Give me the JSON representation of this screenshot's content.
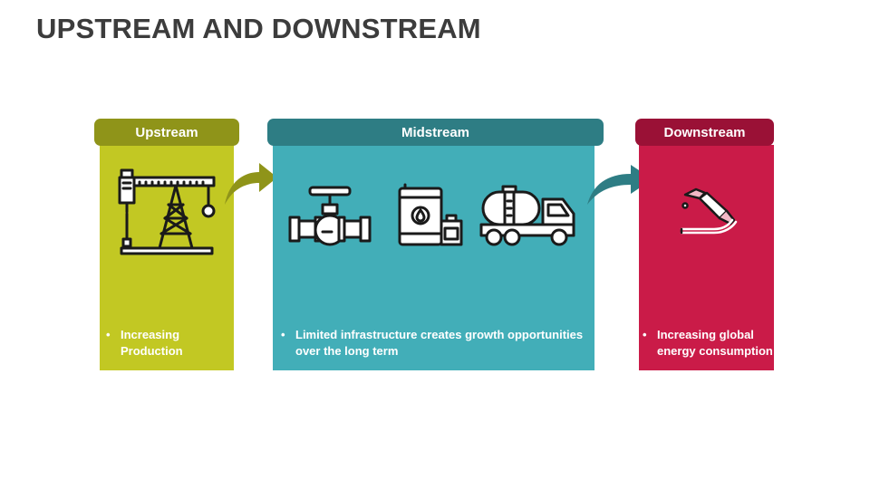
{
  "title": "UPSTREAM AND DOWNSTREAM",
  "colors": {
    "upstream_panel": "#c2c823",
    "upstream_header": "#8f9419",
    "midstream_panel": "#42aeb8",
    "midstream_header": "#2e7d84",
    "downstream_panel": "#ca1b48",
    "downstream_header": "#9a1136",
    "arrow_up_to_mid": "#8f9419",
    "arrow_mid_to_down": "#2e7d84"
  },
  "stages": {
    "upstream": {
      "label": "Upstream",
      "bullet": "Increasing Production",
      "icon": "oil-derrick-icon"
    },
    "midstream": {
      "label": "Midstream",
      "bullet": "Limited infrastructure creates growth opportunities over the long term",
      "icons": [
        "pipeline-valve-icon",
        "oil-barrel-icon",
        "tanker-truck-icon"
      ]
    },
    "downstream": {
      "label": "Downstream",
      "bullet": "Increasing global energy consumption",
      "icon": "fuel-nozzle-icon"
    }
  }
}
